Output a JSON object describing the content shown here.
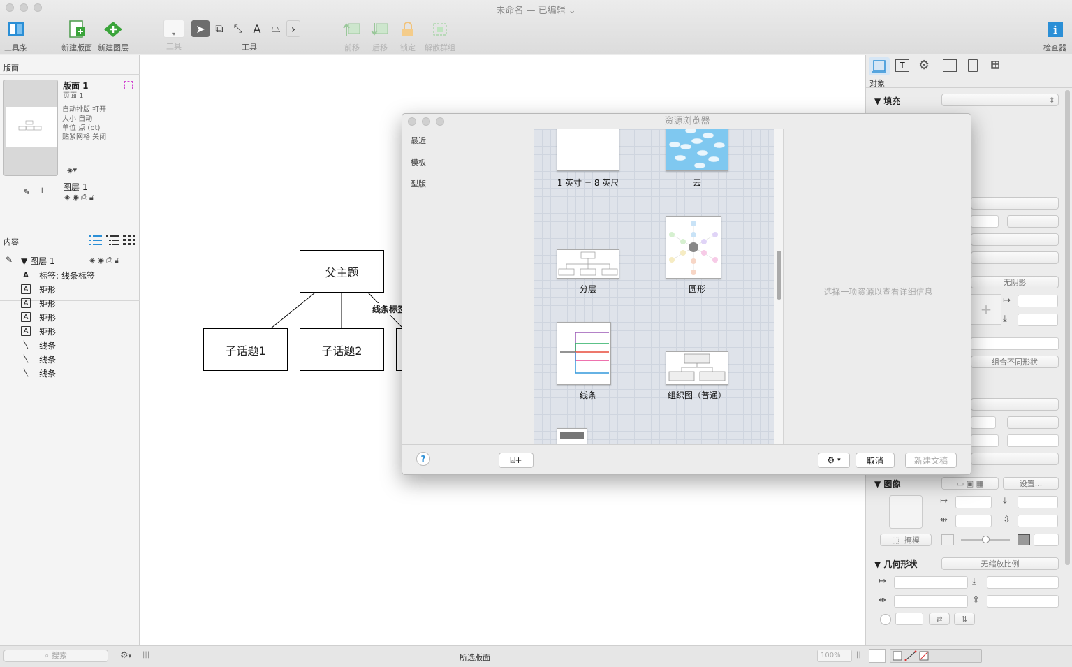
{
  "window": {
    "title": "未命名",
    "subtitle": "— 已编辑"
  },
  "toolbar": {
    "toolbar_label": "工具条",
    "new_canvas_label": "新建版面",
    "new_layer_label": "新建图层",
    "style_label": "工具",
    "tools_label": "工具",
    "forward_label": "前移",
    "backward_label": "后移",
    "lock_label": "锁定",
    "ungroup_label": "解散群组",
    "inspector_label": "检查器"
  },
  "left": {
    "canvases_header": "版面",
    "canvas_name": "版面 1",
    "canvas_sub": "页面 1",
    "canvas_props": [
      "自动排版 打开",
      "大小 自动",
      "单位 点 (pt)",
      "贴紧网格 关闭"
    ],
    "layer_name": "图层 1",
    "contents_header": "内容",
    "outline_layer": "图层 1",
    "outline_items": [
      {
        "icon": "A",
        "label": "标签: 线条标签"
      },
      {
        "icon": "rect",
        "label": "矩形"
      },
      {
        "icon": "rect",
        "label": "矩形"
      },
      {
        "icon": "rect",
        "label": "矩形"
      },
      {
        "icon": "rect",
        "label": "矩形"
      },
      {
        "icon": "line",
        "label": "线条"
      },
      {
        "icon": "line",
        "label": "线条"
      },
      {
        "icon": "line",
        "label": "线条"
      }
    ],
    "search_placeholder": "搜索"
  },
  "canvas": {
    "parent": "父主题",
    "child1": "子话题1",
    "child2": "子话题2",
    "line_label": "线条标签"
  },
  "dialog": {
    "title": "资源浏览器",
    "sidebar": [
      "最近",
      "模板",
      "型版"
    ],
    "items": [
      {
        "label": "1 英寸 = 8 英尺"
      },
      {
        "label": "云"
      },
      {
        "label": "分层"
      },
      {
        "label": "圆形"
      },
      {
        "label": "线条"
      },
      {
        "label": "组织图（普通）"
      }
    ],
    "detail_placeholder": "选择一项资源以查看详细信息",
    "help": "?",
    "cancel": "取消",
    "new_doc": "新建文稿"
  },
  "inspector": {
    "object_label": "对象",
    "fill_label": "填充",
    "shadow_value": "无阴影",
    "combine_value": "组合不同形状",
    "image_label": "图像",
    "image_setting": "设置...",
    "mask_label": "掩模",
    "geometry_label": "几何形状",
    "scale_value": "无缩放比例"
  },
  "status": {
    "center": "所选版面",
    "zoom": "100%"
  }
}
